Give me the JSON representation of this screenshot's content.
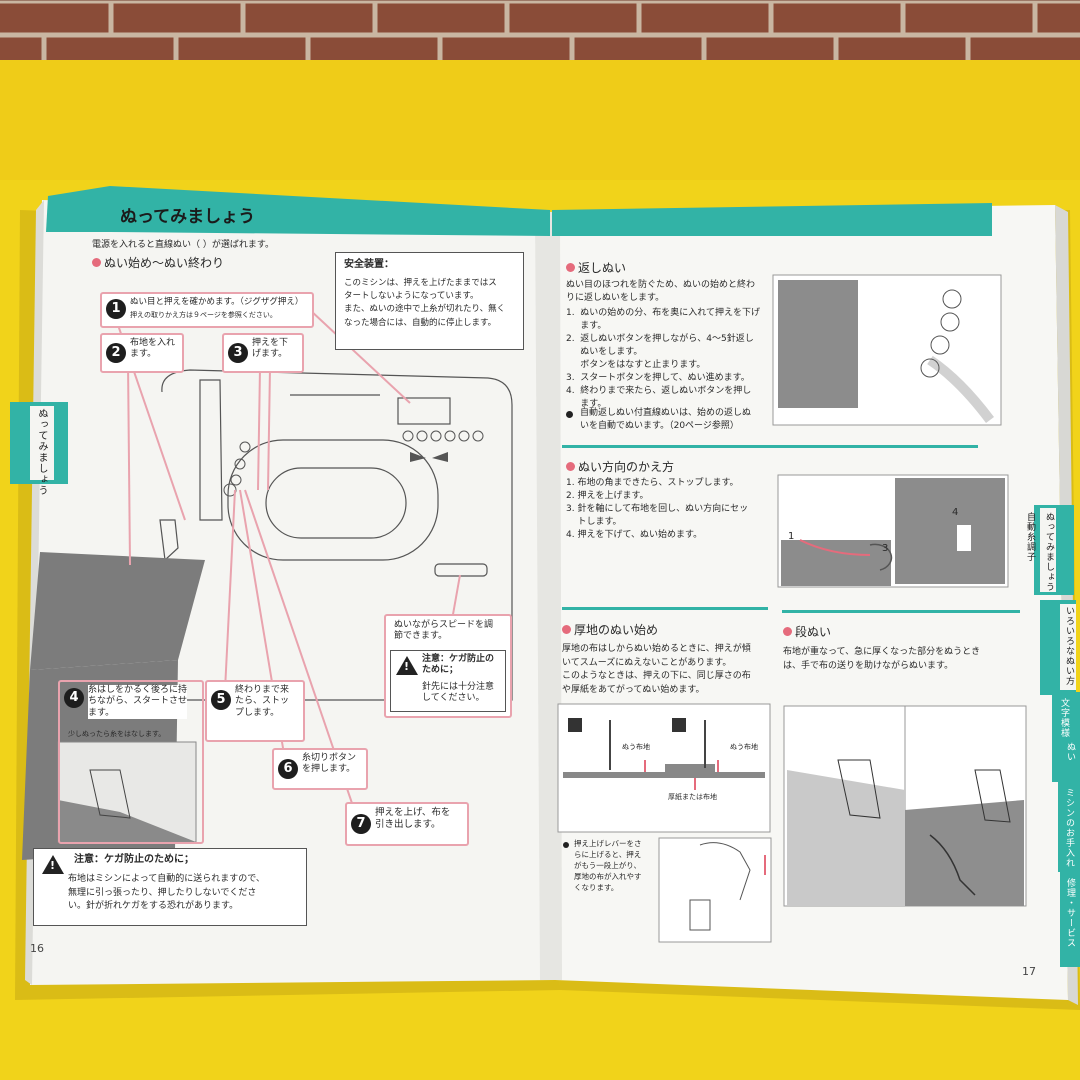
{
  "left_page": {
    "title": "ぬってみましょう",
    "intro": "電源を入れると直線ぬい（ ）が選ばれます。",
    "section": "ぬい始め〜ぬい終わり",
    "safety_title": "安全装置：",
    "safety_text": "このミシンは、押えを上げたままではス\nタートしないようになっています。\nまた、ぬいの途中で上糸が切れたり、無く\nなった場合には、自動的に停止します。",
    "step1": "ぬい目と押えを確かめます。（ジグザグ押え）",
    "step1_sub": "押えの取りかえ方は９ページを参照ください。",
    "step2": "布地を入れ\nます。",
    "step3": "押えを下\nげます。",
    "step4": "糸はしをかるく後ろに持\nちながら、スタートさせ\nます。",
    "step4_sub": "少しぬったら糸をはなします。",
    "step5": "終わりまで来\nたら、ストッ\nプします。",
    "step6": "糸切りボタン\nを押します。",
    "step7": "押えを上げ、布を\n引き出します。",
    "speed_text": "ぬいながらスピードを調\n節できます。",
    "caution_small_title": "注意：ケガ防止の\nために；",
    "caution_small_text": "針先には十分注意\nしてください。",
    "caution_title": "注意：ケガ防止のために；",
    "caution_text": "布地はミシンによって自動的に送られますので、\n無理に引っ張ったり、押したりしないでくださ\nい。針が折れケガをする恐れがあります。",
    "side_tab": "ぬってみましょう",
    "page_number": "16"
  },
  "right_page": {
    "reverse_title": "返しぬい",
    "reverse_intro": "ぬい目のほつれを防ぐため、ぬいの始めと終わ\nりに返しぬいをします。",
    "reverse_steps": "1.  ぬいの始めの分、布を奥に入れて押えを下げ\n     ます。\n2.  返しぬいボタンを押しながら、4〜5針返し\n     ぬいをします。\n     ボタンをはなすと止まります。\n3.  スタートボタンを押して、ぬい進めます。\n4.  終わりまで来たら、返しぬいボタンを押し\n     ます。",
    "reverse_note": "自動返しぬい付直線ぬいは、始めの返しぬ\nいを自動でぬいます。（20ページ参照）",
    "direction_title": "ぬい方向のかえ方",
    "direction_steps": "1. 布地の角まできたら、ストップします。\n2. 押えを上げます。\n3. 針を軸にして布地を回し、ぬい方向にセッ\n    トします。\n4. 押えを下げて、ぬい始めます。",
    "thick_title": "厚地のぬい始め",
    "thick_text": "厚地の布はしからぬい始めるときに、押えが傾\nいてスムーズにぬえないことがあります。\nこのようなときは、押えの下に、同じ厚さの布\nや厚紙をあてがってぬい始めます。",
    "label_fabric": "ぬう布地",
    "label_cardboard": "厚紙または布地",
    "lever_note": "押え上げレバーをさ\nらに上げると、押え\nがもう一段上がり、\n厚地の布が入れやす\nくなります。",
    "step_title": "段ぬい",
    "step_text": "布地が重なって、急に厚くなった部分をぬうとき\nは、手で布の送りを助けながらぬいます。",
    "diagram_labels": [
      "4",
      "1",
      "3"
    ],
    "tabs": [
      "ぬってみましょう",
      "自動糸調子",
      "いろいろなぬい方",
      "文字模様",
      "ぬい",
      "ミシンのお手入れ",
      "修理・サービス"
    ],
    "page_number": "17"
  },
  "colors": {
    "teal": "#32b3a6",
    "pink": "#e56b7c",
    "brick": "#6b3a2e",
    "felt": "#f0d21c"
  }
}
